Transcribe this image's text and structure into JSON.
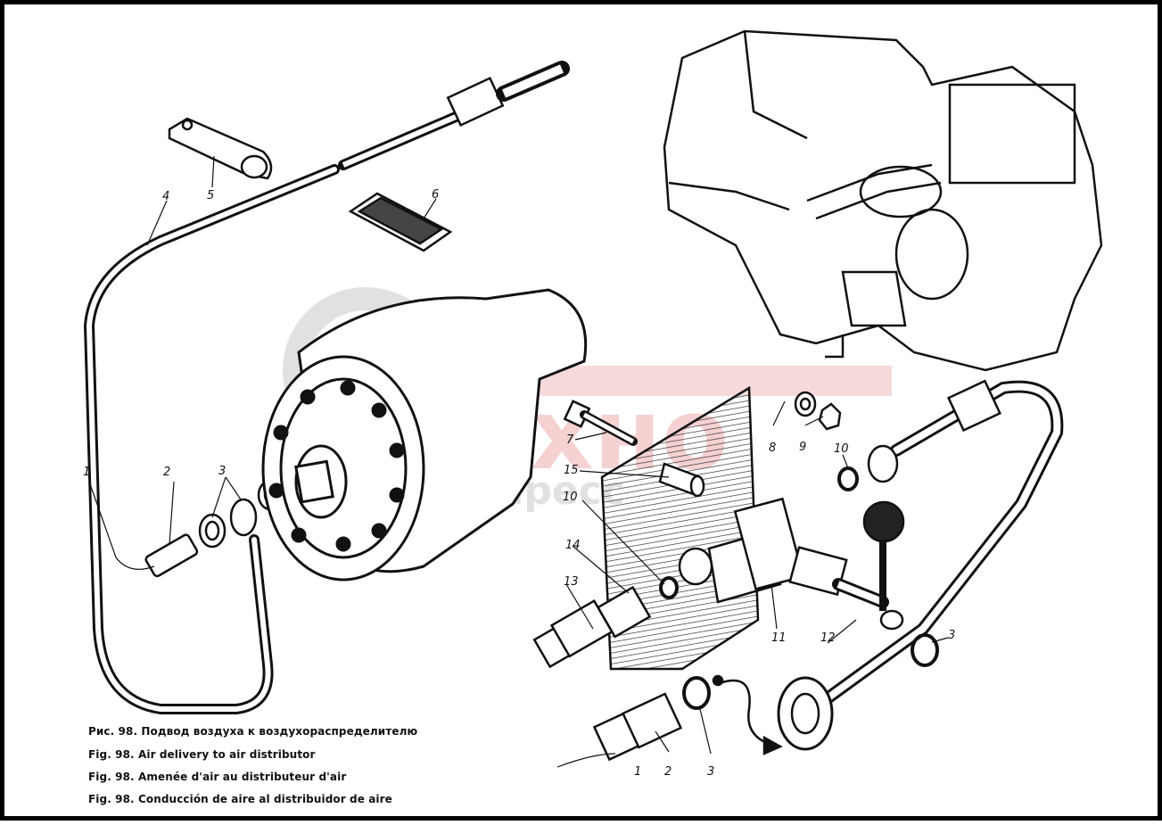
{
  "watermark": {
    "brand": "Техно",
    "sub": "экспресс",
    "colors": {
      "brand": "#e06b6b",
      "gear": "#c8c8c8"
    }
  },
  "callouts": {
    "c1a": "1",
    "c2a": "2",
    "c3a": "3",
    "c4": "4",
    "c5": "5",
    "c6": "6",
    "c7": "7",
    "c8": "8",
    "c9": "9",
    "c10a": "10",
    "c10b": "10",
    "c11": "11",
    "c12": "12",
    "c13": "13",
    "c14": "14",
    "c15": "15",
    "c3b": "3",
    "c1b": "1",
    "c2b": "2",
    "c3c": "3"
  },
  "captions": [
    "Рис. 98. Подвод воздуха к воздухораспределителю",
    "Fig. 98. Air delivery to air distributor",
    "Fig. 98. Amenée d'air au distributeur d'air",
    "Fig. 98. Conducción de aire al distribuidor de aire"
  ]
}
